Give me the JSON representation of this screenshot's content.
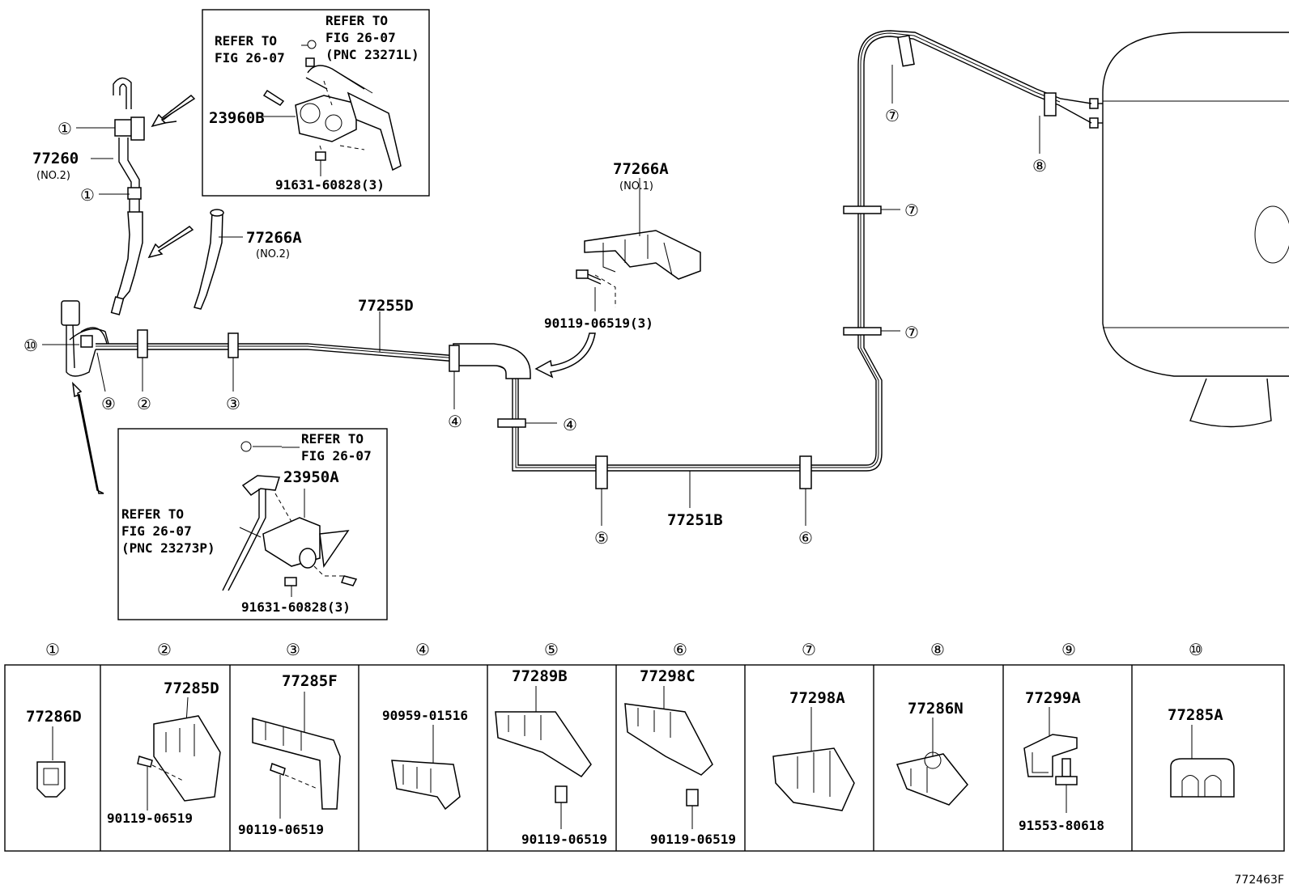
{
  "main_pipes": {
    "front": "77255D",
    "rear": "77251B",
    "hose": "77260",
    "hose_sub": "(NO.2)"
  },
  "brackets": [
    {
      "pnc": "77266A",
      "sub": "(NO.1)",
      "bolt": "90119-06519(3)"
    },
    {
      "pnc": "77266A",
      "sub": "(NO.2)"
    }
  ],
  "inset_upper": {
    "refer_left": [
      "REFER TO",
      "FIG 26-07"
    ],
    "refer_right": [
      "REFER TO",
      "FIG 26-07",
      "(PNC 23271L)"
    ],
    "part": "23960B",
    "bolt": "91631-60828(3)"
  },
  "inset_lower": {
    "refer_top": [
      "REFER TO",
      "FIG 26-07"
    ],
    "refer_left": [
      "REFER TO",
      "FIG 26-07",
      "(PNC 23273P)"
    ],
    "part": "23950A",
    "bolt": "91631-60828(3)"
  },
  "callouts": [
    "①",
    "②",
    "③",
    "④",
    "⑤",
    "⑥",
    "⑦",
    "⑧",
    "⑨",
    "⑩"
  ],
  "legend": [
    {
      "num": "①",
      "pnc": "77286D",
      "extra": ""
    },
    {
      "num": "②",
      "pnc": "77285D",
      "extra": "90119-06519"
    },
    {
      "num": "③",
      "pnc": "77285F",
      "extra": "90119-06519"
    },
    {
      "num": "④",
      "pnc": "",
      "extra": "90959-01516"
    },
    {
      "num": "⑤",
      "pnc": "77289B",
      "extra": "90119-06519"
    },
    {
      "num": "⑥",
      "pnc": "77298C",
      "extra": "90119-06519"
    },
    {
      "num": "⑦",
      "pnc": "77298A",
      "extra": ""
    },
    {
      "num": "⑧",
      "pnc": "77286N",
      "extra": ""
    },
    {
      "num": "⑨",
      "pnc": "77299A",
      "extra": "91553-80618"
    },
    {
      "num": "⑩",
      "pnc": "77285A",
      "extra": ""
    }
  ],
  "figure_id": "772463F"
}
